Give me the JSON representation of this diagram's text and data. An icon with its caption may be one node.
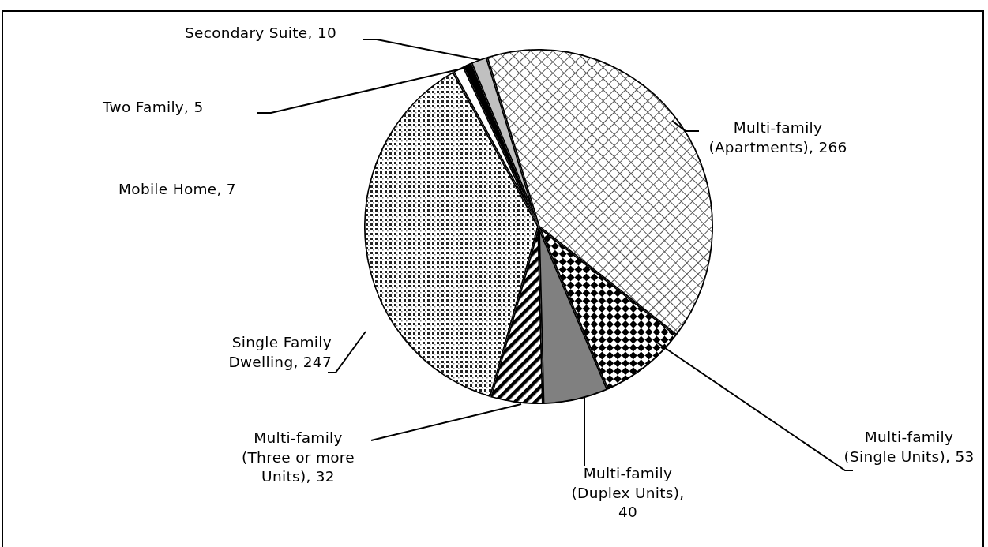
{
  "diagram": {
    "nodes": [
      {
        "text": [
          "Secondary Suite, 10"
        ]
      },
      {
        "text": [
          "Two Family, 5"
        ]
      },
      {
        "text": [
          "Multi-family (Apartments), 266"
        ]
      },
      {
        "text": [
          "Single Family Dwelling, 247"
        ]
      },
      {
        "text": [
          "Multi-family (Three or more Units), 32"
        ]
      },
      {
        "text": [
          "Multi-family (Duplex Units), 40"
        ]
      },
      {
        "text": [
          "Multi-family (Single Units), 53"
        ]
      },
      {
        "text": [],
        "shape": "slice"
      },
      {
        "text": [],
        "shape": "slice"
      },
      {
        "text": [],
        "shape": "slice"
      },
      {
        "text": [],
        "shape": "slice"
      },
      {
        "text": [],
        "shape": "slice"
      },
      {
        "text": [],
        "shape": "slice"
      },
      {
        "text": [],
        "shape": "slice"
      },
      {
        "text": [],
        "shape": "slice"
      }
    ],
    "edges": [
      {
        "from": 0,
        "to": 14,
        "arrow": "none"
      },
      {
        "from": 1,
        "to": 13,
        "arrow": "none"
      },
      {
        "from": 2,
        "to": 7,
        "arrow": "none"
      },
      {
        "from": 3,
        "to": 11,
        "arrow": "none"
      },
      {
        "from": 4,
        "to": 10,
        "arrow": "none"
      },
      {
        "from": 5,
        "to": 9,
        "arrow": "none"
      },
      {
        "from": 6,
        "to": 8,
        "arrow": "none"
      }
    ],
    "labels": [
      "Mobile Home, 7"
    ]
  }
}
